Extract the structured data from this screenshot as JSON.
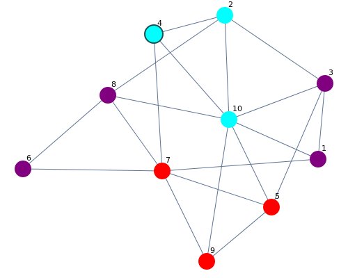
{
  "graph": {
    "colors": {
      "background": "#ffffff",
      "edge": "#5e7395",
      "highlight_stroke": "#1f4e4e",
      "cyan": "#00ffff",
      "purple": "#800080",
      "red": "#ff0000"
    },
    "nodes": [
      {
        "id": "1",
        "label": "1",
        "color": "purple",
        "highlighted": false
      },
      {
        "id": "2",
        "label": "2",
        "color": "cyan",
        "highlighted": false
      },
      {
        "id": "3",
        "label": "3",
        "color": "purple",
        "highlighted": false
      },
      {
        "id": "4",
        "label": "4",
        "color": "cyan",
        "highlighted": true
      },
      {
        "id": "5",
        "label": "5",
        "color": "red",
        "highlighted": false
      },
      {
        "id": "6",
        "label": "6",
        "color": "purple",
        "highlighted": false
      },
      {
        "id": "7",
        "label": "7",
        "color": "red",
        "highlighted": false
      },
      {
        "id": "8",
        "label": "8",
        "color": "purple",
        "highlighted": false
      },
      {
        "id": "9",
        "label": "9",
        "color": "red",
        "highlighted": false
      },
      {
        "id": "10",
        "label": "10",
        "color": "cyan",
        "highlighted": false
      }
    ],
    "edges": [
      [
        "4",
        "2"
      ],
      [
        "4",
        "10"
      ],
      [
        "4",
        "7"
      ],
      [
        "2",
        "8"
      ],
      [
        "2",
        "10"
      ],
      [
        "2",
        "3"
      ],
      [
        "3",
        "10"
      ],
      [
        "3",
        "1"
      ],
      [
        "3",
        "5"
      ],
      [
        "8",
        "10"
      ],
      [
        "8",
        "6"
      ],
      [
        "8",
        "7"
      ],
      [
        "10",
        "1"
      ],
      [
        "10",
        "5"
      ],
      [
        "10",
        "9"
      ],
      [
        "6",
        "7"
      ],
      [
        "7",
        "1"
      ],
      [
        "7",
        "5"
      ],
      [
        "7",
        "9"
      ],
      [
        "5",
        "9"
      ]
    ]
  }
}
